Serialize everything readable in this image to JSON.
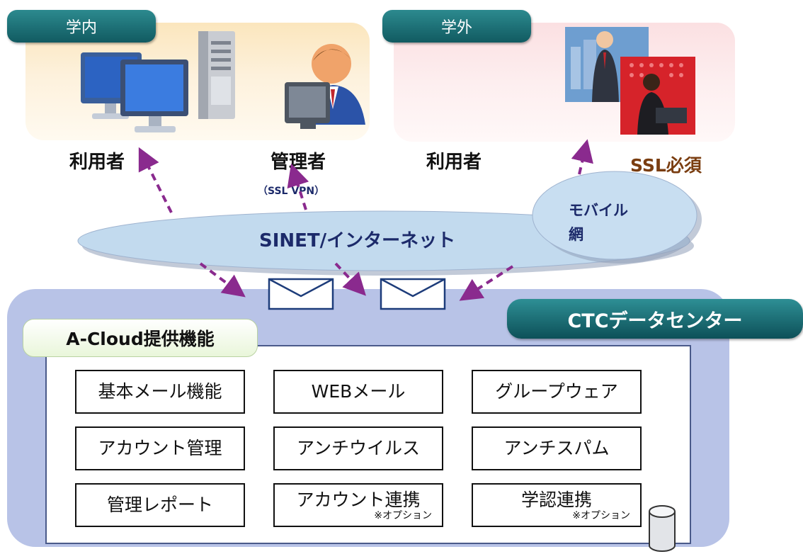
{
  "zones": {
    "campus": {
      "tab": "学内"
    },
    "external": {
      "tab": "学外"
    }
  },
  "labels": {
    "campus_user": "利用者",
    "campus_admin": "管理者",
    "admin_vpn": "（SSL VPN）",
    "external_user": "利用者",
    "ssl_required": "SSL必須"
  },
  "network": {
    "internet": "SINET/インターネット",
    "mobile_line1": "モバイル",
    "mobile_line2": "網"
  },
  "datacenter": {
    "title": "CTCデータセンター",
    "service_title": "A-Cloud提供機能",
    "functions": [
      {
        "label": "基本メール機能",
        "note": ""
      },
      {
        "label": "WEBメール",
        "note": ""
      },
      {
        "label": "グループウェア",
        "note": ""
      },
      {
        "label": "アカウント管理",
        "note": ""
      },
      {
        "label": "アンチウイルス",
        "note": ""
      },
      {
        "label": "アンチスパム",
        "note": ""
      },
      {
        "label": "管理レポート",
        "note": ""
      },
      {
        "label": "アカウント連携",
        "note": "※オプション"
      },
      {
        "label": "学認連携",
        "note": "※オプション"
      }
    ]
  },
  "colors": {
    "tab_teal": "#1a6c73",
    "arrow_purple": "#8a2a8e",
    "cloud_blue": "#c2daee",
    "dc_background": "#b8c3e7",
    "ssl_brown": "#7a3d10",
    "text_navy": "#1c2a6a"
  }
}
